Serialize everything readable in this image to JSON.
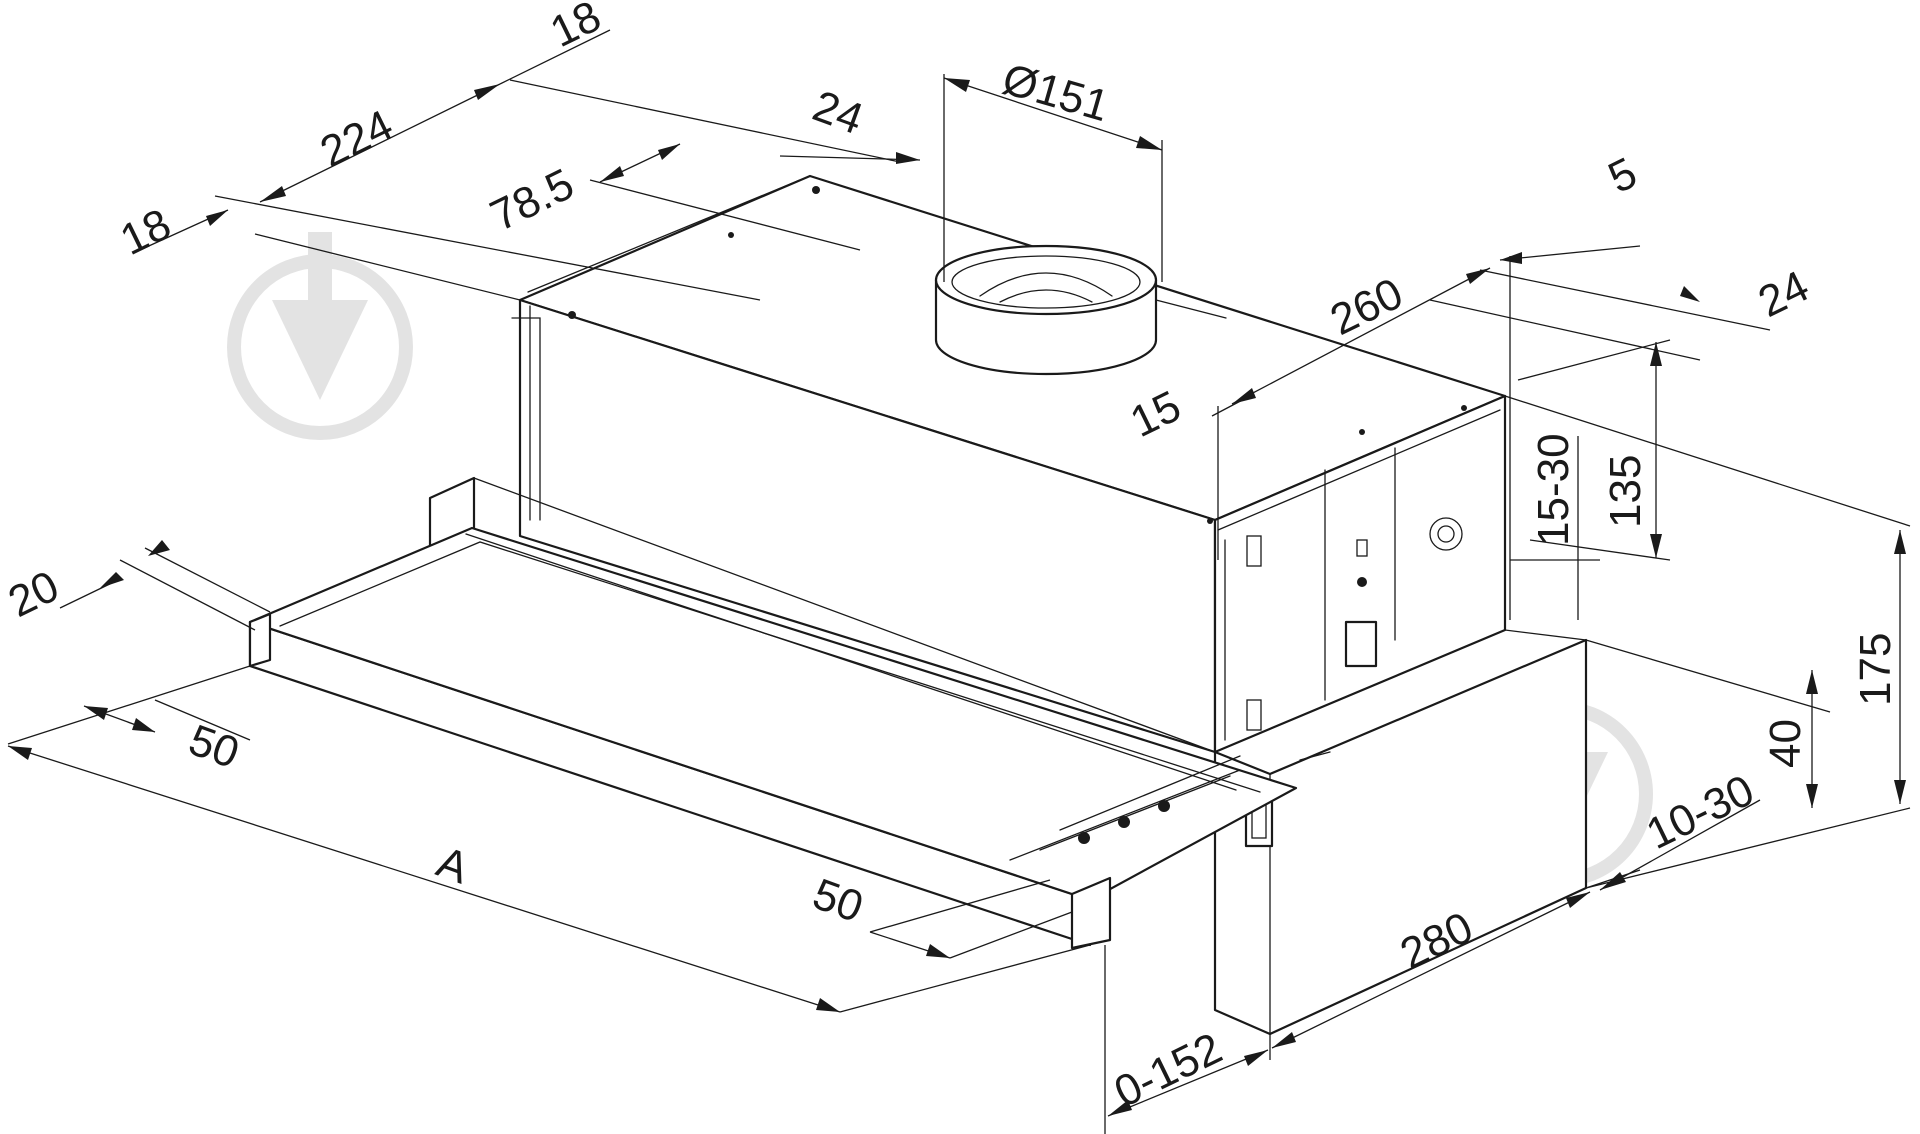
{
  "drawing": {
    "dimensions": {
      "d_18_top": "18",
      "d_224": "224",
      "d_18_left": "18",
      "d_24_top": "24",
      "d_78_5": "78.5",
      "d_151": "Ø151",
      "d_5": "5",
      "d_260": "260",
      "d_24_right": "24",
      "d_15": "15",
      "d_15_30": "15-30",
      "d_135": "135",
      "d_175": "175",
      "d_40": "40",
      "d_10_30": "10-30",
      "d_280": "280",
      "d_0_152": "0-152",
      "d_20": "20",
      "d_50_left": "50",
      "d_A": "A",
      "d_50_bottom": "50"
    }
  }
}
